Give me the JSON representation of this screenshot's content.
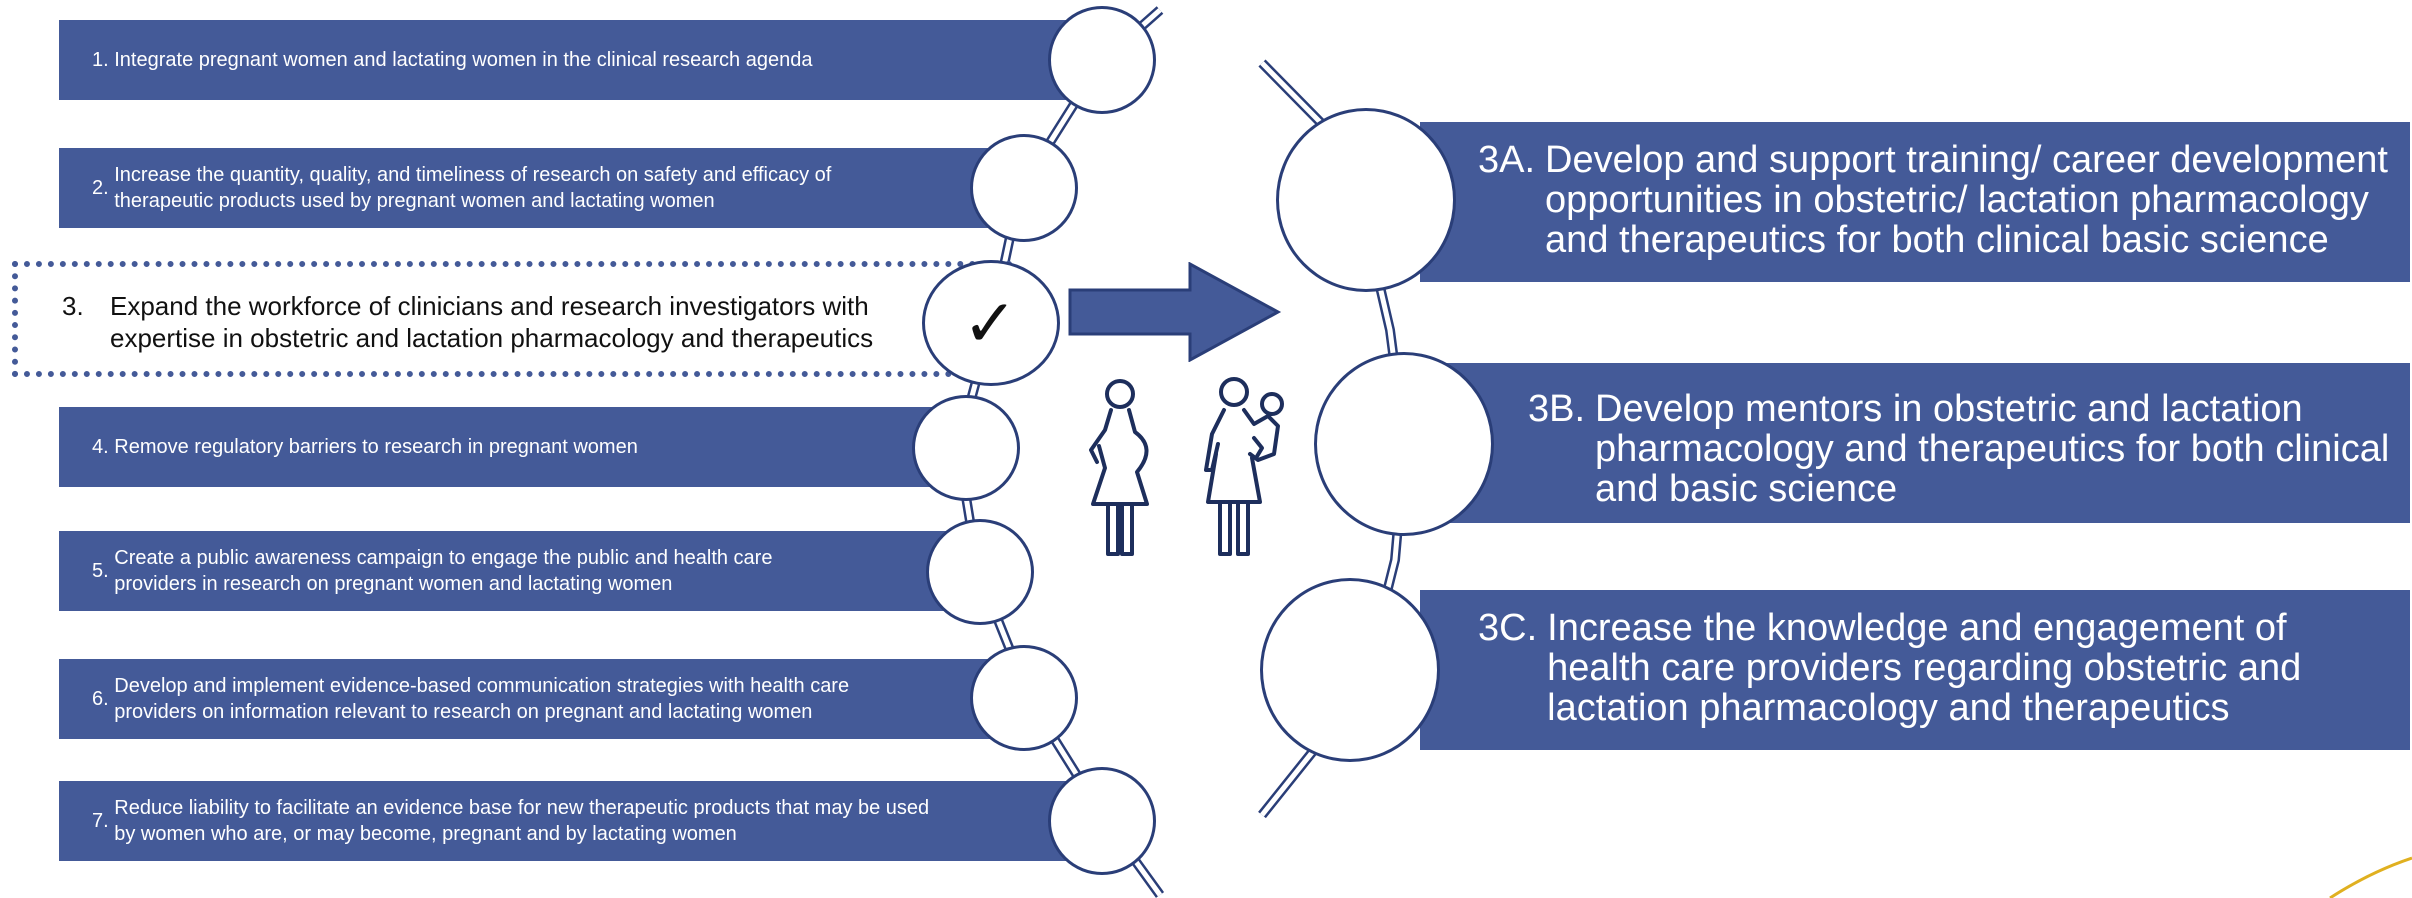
{
  "left_items": [
    {
      "num": "1.",
      "text": "Integrate pregnant women and lactating women in the clinical research agenda"
    },
    {
      "num": "2.",
      "text": "Increase the quantity, quality, and timeliness of research on safety and efficacy of therapeutic products used by pregnant women and lactating women"
    },
    {
      "num": "3.",
      "text": "Expand the workforce of clinicians and research investigators with expertise in obstetric and lactation pharmacology and therapeutics"
    },
    {
      "num": "4.",
      "text": "Remove regulatory barriers to research in pregnant women"
    },
    {
      "num": "5.",
      "text": "Create a public awareness campaign to engage the public and health care providers in research on pregnant women and lactating women"
    },
    {
      "num": "6.",
      "text": "Develop and implement evidence-based communication strategies with health care providers on information relevant to research on pregnant and lactating women"
    },
    {
      "num": "7.",
      "text": "Reduce liability to facilitate an evidence base for new therapeutic products that may be used by women who are, or may become, pregnant and by lactating women"
    }
  ],
  "check_mark": "✓",
  "right_items": [
    {
      "num": "3A.",
      "text": "Develop and support training/ career development opportunities in obstetric/ lactation pharmacology and therapeutics for both clinical basic science"
    },
    {
      "num": "3B.",
      "text": "Develop mentors in obstetric and lactation pharmacology and therapeutics for both clinical and basic science"
    },
    {
      "num": "3C.",
      "text": "Increase the knowledge and engagement of health care providers regarding obstetric and lactation pharmacology and therapeutics"
    }
  ],
  "icons": [
    "arrow-right-icon",
    "pregnant-woman-icon",
    "woman-with-child-icon"
  ],
  "colors": {
    "bar": "#445a98",
    "outline": "#2a3e78",
    "highlight_border": "#445a98",
    "accent_corner": "#e0b020"
  }
}
